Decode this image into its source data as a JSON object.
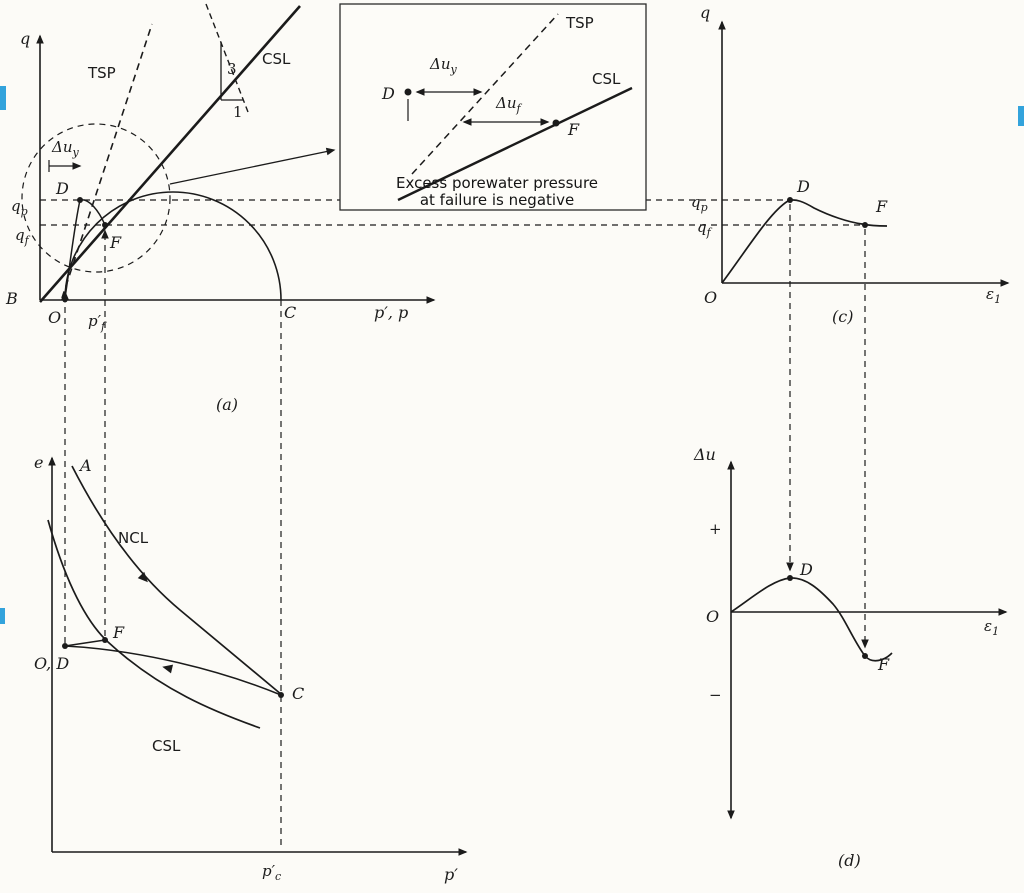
{
  "colors": {
    "ink": "#1b1b1b",
    "paper": "#fcfbf7",
    "artifact_blue": "#33a3dc"
  },
  "panel_a": {
    "caption": "(a)",
    "y_axis_label": "q",
    "x_axis_label": "p′, p",
    "tsp_label": "TSP",
    "csl_label": "CSL",
    "slope_rise": "3",
    "slope_run": "1",
    "point_b": "B",
    "point_o": "O",
    "point_d": "D",
    "point_f": "F",
    "point_c": "C",
    "q_p": {
      "base": "q",
      "sub": "p"
    },
    "q_f": {
      "base": "q",
      "sub": "f"
    },
    "p_f": {
      "base": "p′",
      "sub": "f"
    },
    "du_y": {
      "base": "Δu",
      "sub": "y"
    }
  },
  "inset": {
    "tsp_label": "TSP",
    "csl_label": "CSL",
    "point_d": "D",
    "point_f": "F",
    "du_y": {
      "base": "Δu",
      "sub": "y"
    },
    "du_f": {
      "base": "Δu",
      "sub": "f"
    },
    "note_line1": "Excess porewater pressure",
    "note_line2": "at failure is negative"
  },
  "panel_c": {
    "caption": "(c)",
    "y_axis_label": "q",
    "x_axis_sym": "ε",
    "x_axis_sub": "1",
    "origin_label": "O",
    "q_p": {
      "base": "q",
      "sub": "p"
    },
    "q_f": {
      "base": "q",
      "sub": "f"
    },
    "point_d": "D",
    "point_f": "F"
  },
  "panel_e": {
    "y_axis_label": "e",
    "x_axis_label": "p′",
    "point_a": "A",
    "ncl_label": "NCL",
    "csl_label": "CSL",
    "point_od": "O, D",
    "point_f": "F",
    "point_c": "C",
    "p_c": {
      "base": "p′",
      "sub": "c"
    }
  },
  "panel_d": {
    "caption": "(d)",
    "y_axis_label": "Δu",
    "x_axis_sym": "ε",
    "x_axis_sub": "1",
    "origin_label": "O",
    "plus": "+",
    "minus": "−",
    "point_d": "D",
    "point_f": "F"
  }
}
